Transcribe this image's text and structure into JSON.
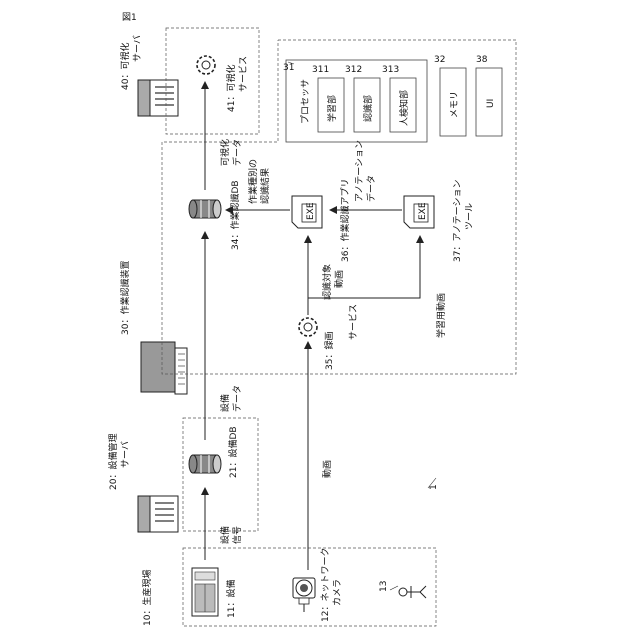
{
  "figure_label": "図1",
  "system_label": "1",
  "production_site": {
    "label": "10：生産現場",
    "equipment": "11：設備",
    "camera_line1": "12：ネットワーク",
    "camera_line2": "カメラ",
    "person": "13"
  },
  "equipment_server": {
    "label_line1": "20：設備管理",
    "label_line2": "サーバ",
    "db": "21：設備DB"
  },
  "recognition_device": {
    "label": "30：作業認識装置",
    "processor": "31",
    "processor_title": "プロセッサ",
    "learning_num": "311",
    "learning": "学習部",
    "recog_num": "312",
    "recog": "認識部",
    "human_num": "313",
    "human": "人検知部",
    "memory_num": "32",
    "memory": "メモリ",
    "ui_num": "38",
    "ui": "UI",
    "work_db": "34：作業認識DB",
    "recording": "35：録画",
    "recording2": "サービス",
    "app": "36：作業認識アプリ",
    "tool_line1": "37：アノテーション",
    "tool_line2": "ツール",
    "exe": "EXE"
  },
  "visual_server": {
    "label_line1": "40：可視化",
    "label_line2": "サーバ",
    "service_line1": "41：可視化",
    "service_line2": "サービス"
  },
  "arrows": {
    "equipment_signal_1": "設備",
    "equipment_signal_2": "信号",
    "equipment_data_1": "設備",
    "equipment_data_2": "データ",
    "video": "動画",
    "visual_data_1": "可視化",
    "visual_data_2": "データ",
    "result_1": "作業種別の",
    "result_2": "認識結果",
    "annotation_1": "アノテーション",
    "annotation_2": "データ",
    "target_video_1": "認識対象",
    "target_video_2": "動画",
    "learning_video": "学習用動画"
  }
}
